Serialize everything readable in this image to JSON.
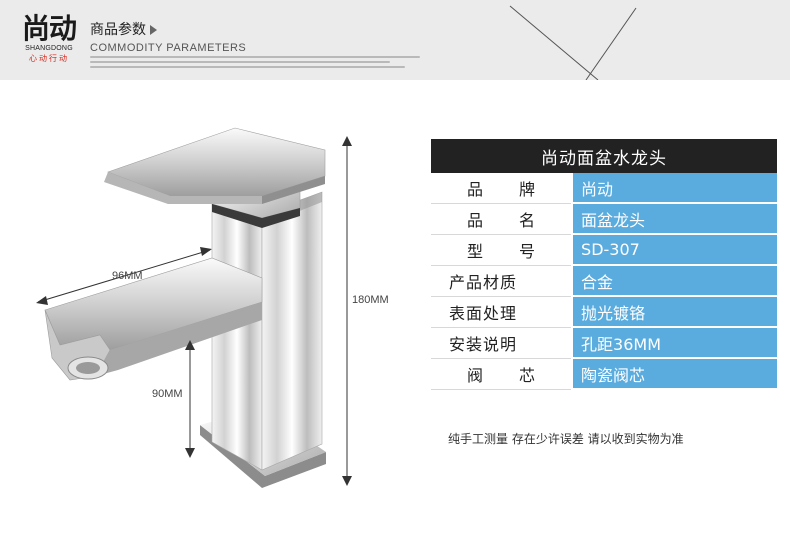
{
  "header": {
    "brand_cn": "尚动",
    "brand_en": "SHANGDONG",
    "brand_slogan": "心动行动",
    "section_title": "商品参数",
    "section_title_en": "COMMODITY PARAMETERS"
  },
  "dimensions": {
    "spout_length": "96MM",
    "spout_height": "90MM",
    "total_height": "180MM"
  },
  "spec_table": {
    "title": "尚动面盆水龙头",
    "rows": [
      {
        "key": "品牌",
        "value": "尚动"
      },
      {
        "key": "品名",
        "value": "面盆龙头"
      },
      {
        "key": "型号",
        "value": "SD-307"
      },
      {
        "key": "产品材质",
        "value": "合金"
      },
      {
        "key": "表面处理",
        "value": "抛光镀铬"
      },
      {
        "key": "安装说明",
        "value": "孔距36MM"
      },
      {
        "key": "阀芯",
        "value": "陶瓷阀芯"
      }
    ]
  },
  "note": "纯手工测量 存在少许误差 请以收到实物为准",
  "colors": {
    "table_title_bg": "#222222",
    "value_cell_bg": "#5aabde",
    "slogan": "#d9261c",
    "header_bg": "#ebebeb"
  }
}
